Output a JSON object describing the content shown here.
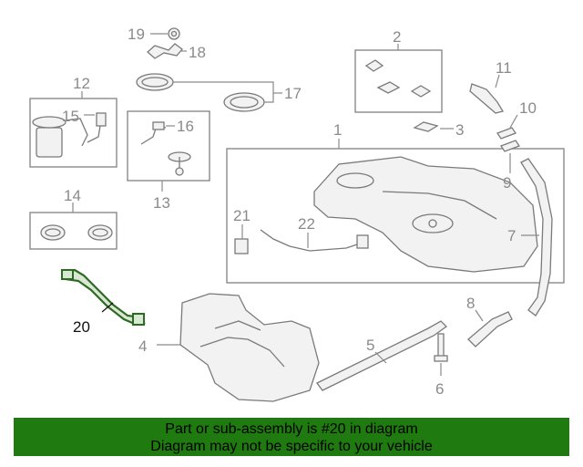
{
  "callouts": {
    "c1": "1",
    "c2": "2",
    "c3": "3",
    "c4": "4",
    "c5": "5",
    "c6": "6",
    "c7": "7",
    "c8": "8",
    "c9": "9",
    "c10": "10",
    "c11": "11",
    "c12": "12",
    "c13": "13",
    "c14": "14",
    "c15": "15",
    "c16": "16",
    "c17": "17",
    "c18": "18",
    "c19": "19",
    "c20": "20",
    "c21": "21",
    "c22": "22"
  },
  "highlight_part": "20",
  "highlight_color": "#2f6a24",
  "banner": {
    "line1": "Part or sub-assembly is #20 in diagram",
    "line2": "Diagram may not be specific to your vehicle",
    "color": "#1f7a0f"
  }
}
